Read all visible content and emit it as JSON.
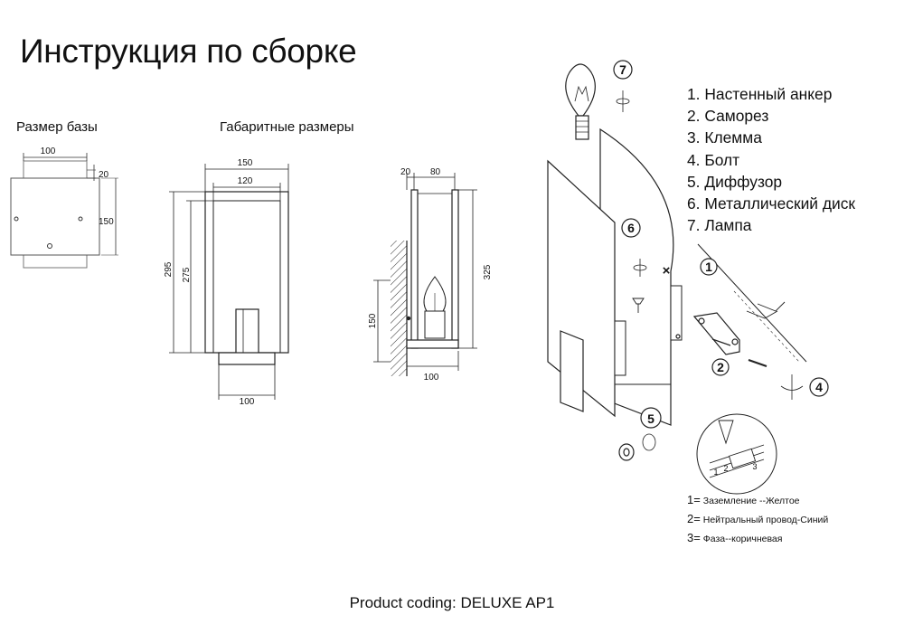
{
  "title": "Инструкция по сборке",
  "base_size": {
    "heading": "Размер базы",
    "width": "100",
    "offset": "20",
    "height": "150"
  },
  "overall_dimensions": {
    "heading": "Габаритные размеры",
    "front": {
      "outer_width": "150",
      "inner_width": "120",
      "outer_height": "295",
      "inner_height": "275",
      "base_width": "100"
    },
    "side": {
      "offset": "20",
      "depth": "80",
      "height": "325",
      "mount_height": "150",
      "base_depth": "100"
    }
  },
  "exploded_view": {
    "callouts": [
      "1",
      "2",
      "4",
      "5",
      "6",
      "7"
    ],
    "cross_marker": "×",
    "wire_terminals": [
      "1",
      "2",
      "3"
    ]
  },
  "parts": [
    "1. Настенный анкер",
    "2. Саморез",
    "3. Клемма",
    "4. Болт",
    "5. Диффузор",
    "6. Металлический диск",
    "7. Лампа"
  ],
  "wires": [
    {
      "num": "1",
      "eq": "=",
      "text": "Заземление --Желтое"
    },
    {
      "num": "2",
      "eq": "=",
      "text": "Нейтральный провод-Синий"
    },
    {
      "num": "3",
      "eq": "=",
      "text": "Фаза--коричневая"
    }
  ],
  "product_coding": "Product coding: DELUXE AP1"
}
